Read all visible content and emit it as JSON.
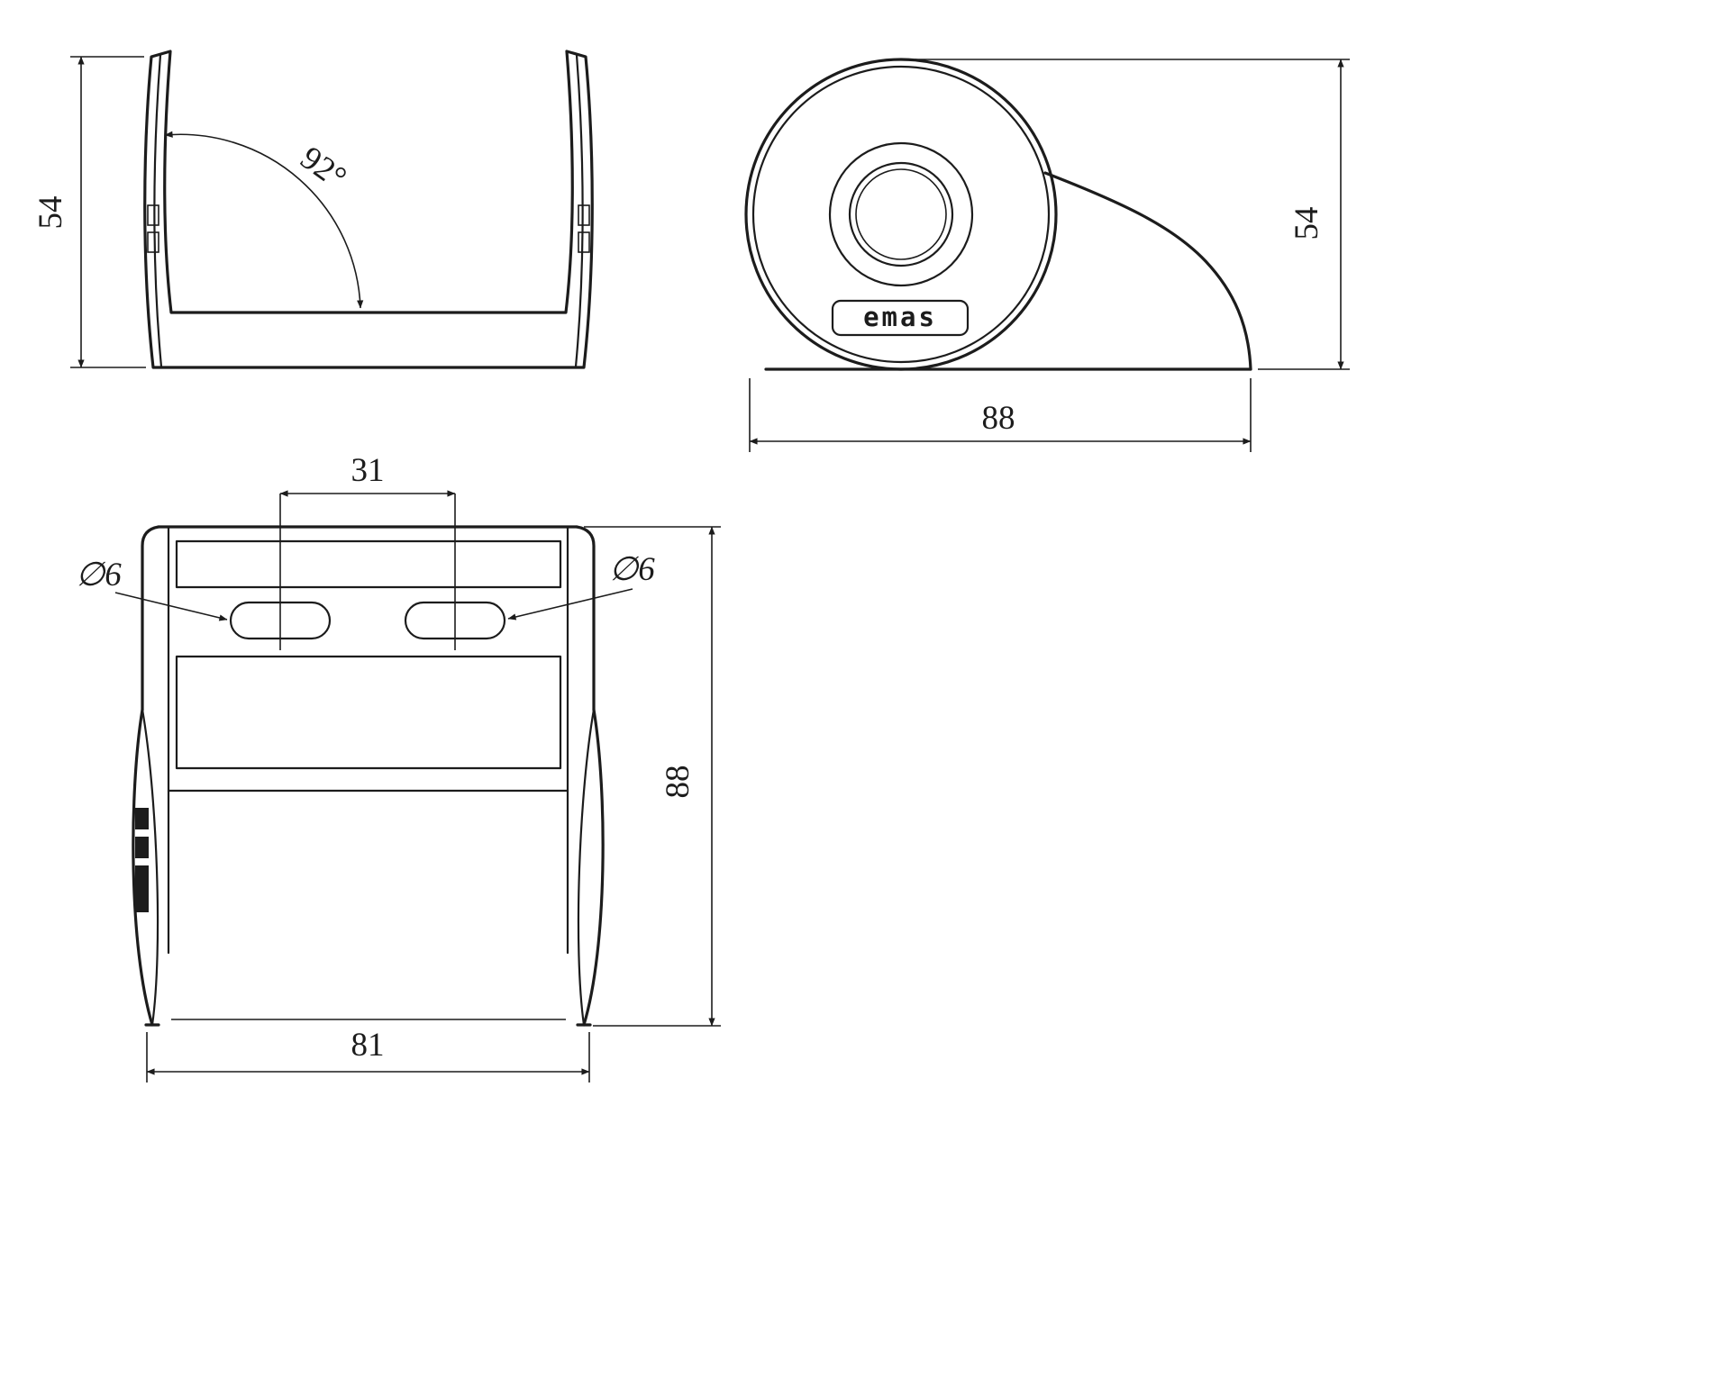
{
  "colors": {
    "line": "#1c1c1c",
    "background": "#ffffff"
  },
  "drawing": {
    "views": {
      "front": {
        "angle": "92°",
        "height": "54"
      },
      "side": {
        "height": "54",
        "width": "88",
        "logo": "emas"
      },
      "top": {
        "slot_pitch": "31",
        "slot_dia_left": "∅6",
        "slot_dia_right": "∅6",
        "height": "88",
        "width": "81"
      }
    }
  }
}
